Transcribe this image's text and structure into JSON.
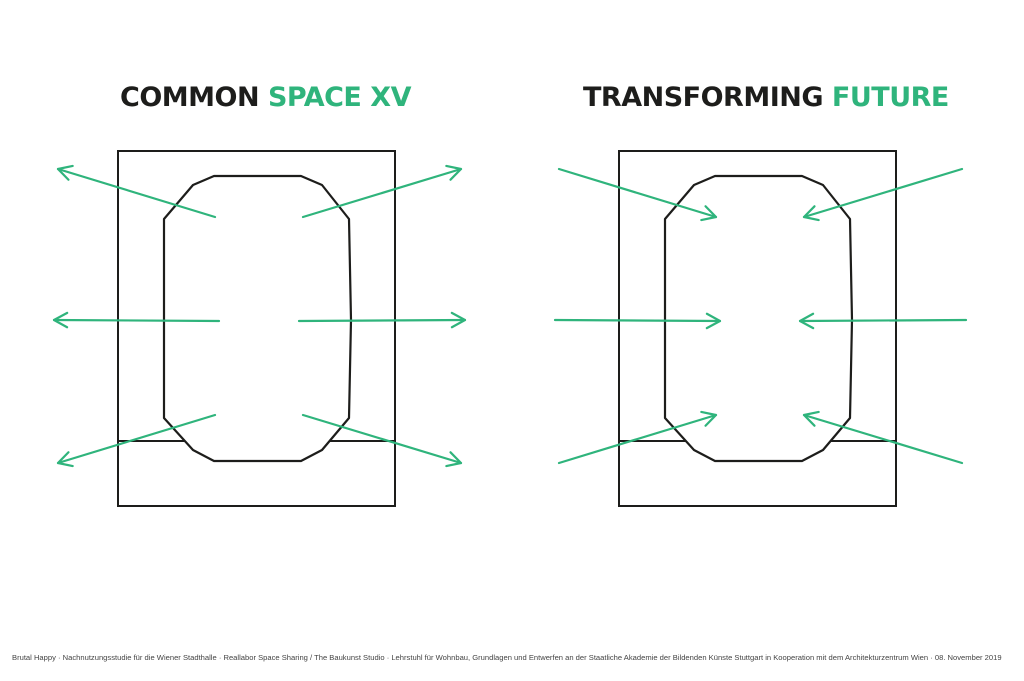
{
  "colors": {
    "accent": "#2fb47c",
    "outline": "#1d1d1b",
    "text": "#1d1d1b",
    "footer": "#444444",
    "background": "#ffffff"
  },
  "left_panel": {
    "title_dark": "COMMON",
    "title_accent": "SPACE XV",
    "arrow_direction": "outward",
    "arrow_count": 6
  },
  "right_panel": {
    "title_dark": "TRANSFORMING",
    "title_accent": "FUTURE",
    "arrow_direction": "inward",
    "arrow_count": 6
  },
  "footer": {
    "text": "Brutal Happy · Nachnutzungsstudie für die Wiener Stadthalle · Reallabor Space Sharing / The Baukunst Studio · Lehrstuhl für Wohnbau, Grundlagen und Entwerfen an der Staatliche Akademie der Bildenden Künste Stuttgart in Kooperation mit dem Architekturzentrum Wien · 08. November 2019"
  }
}
